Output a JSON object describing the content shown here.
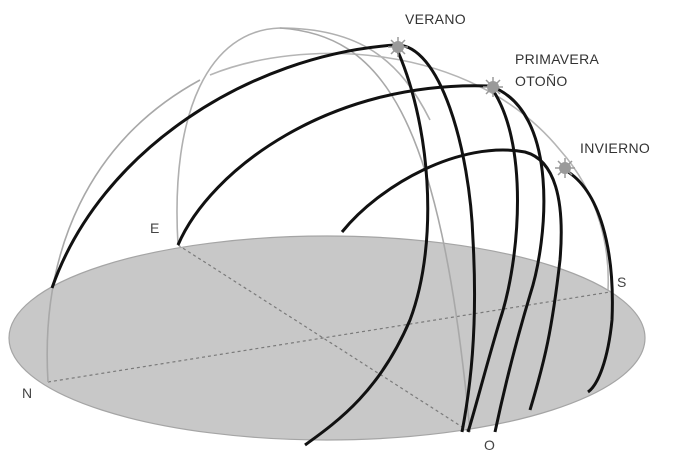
{
  "labels": {
    "summer": "VERANO",
    "spring": "PRIMAVERA",
    "autumn": "OTOÑO",
    "winter": "INVIERNO"
  },
  "cardinals": {
    "north": "N",
    "east": "E",
    "south": "S",
    "west": "O"
  },
  "colors": {
    "ground": "#c8c8c8",
    "ground_edge": "#999999",
    "sun_path": "#111111",
    "celestial_arc": "#aaaaaa",
    "sun_marker": "#9a9a9a",
    "text": "#333333"
  },
  "icons": {
    "sun_marker": "sun-icon"
  }
}
